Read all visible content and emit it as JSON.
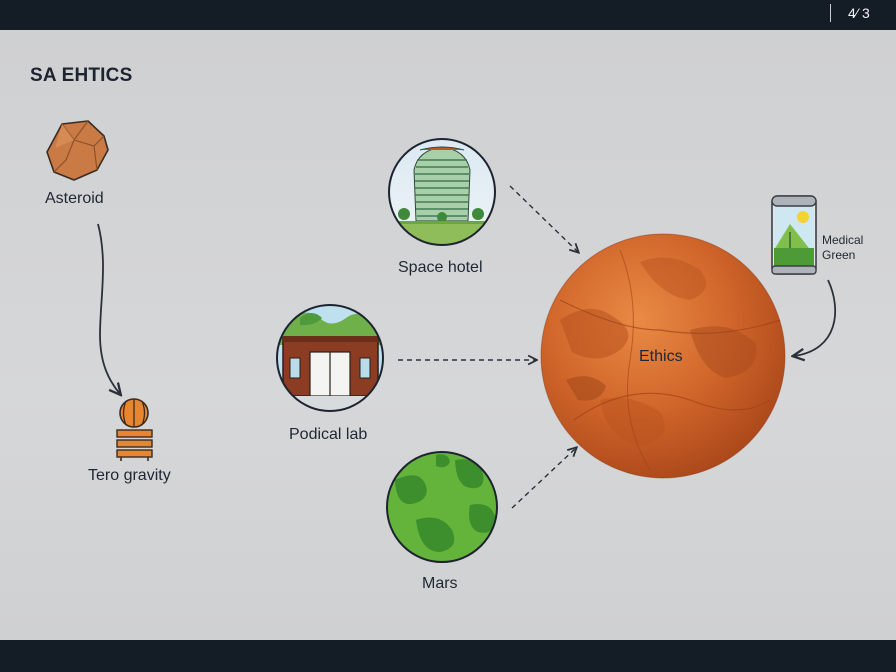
{
  "header": {
    "pager": "4⁄ 3"
  },
  "title": "SA EHTICS",
  "nodes": {
    "asteroid": "Asteroid",
    "zero_gravity": "Tero gravity",
    "space_hotel": "Space hotel",
    "medical_lab": "Podical lab",
    "mars": "Mars",
    "center": "Ethics",
    "medical_green_line1": "Medical",
    "medical_green_line2": "Green"
  },
  "colors": {
    "background": "#d3d4d6",
    "bar": "#141c26",
    "planet": "#d0652a",
    "green": "#64b43c"
  },
  "icons": [
    "rock-icon",
    "ball-icon",
    "bench-icon",
    "building-icon",
    "lab-building-icon",
    "globe-icon",
    "planet-icon",
    "canister-icon"
  ]
}
